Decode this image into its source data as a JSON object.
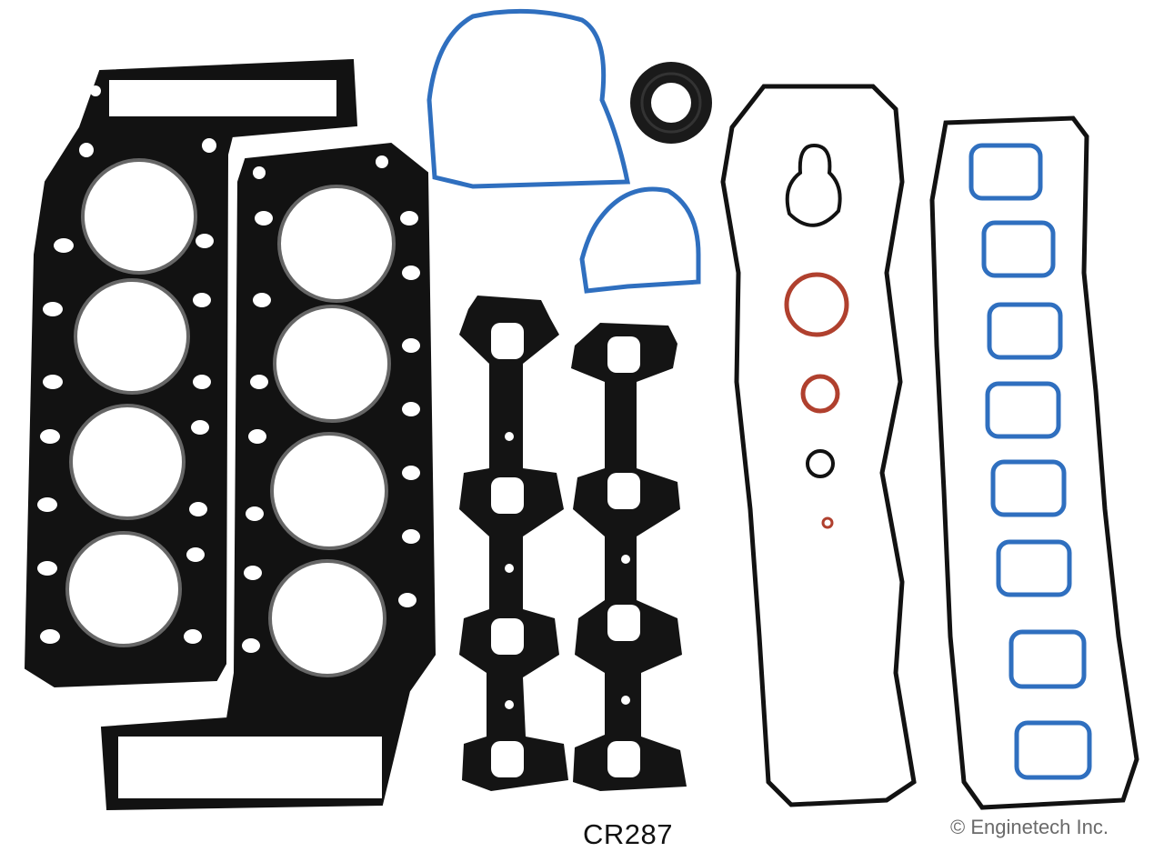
{
  "product": {
    "part_code": "CR287",
    "copyright": "© Enginetech Inc."
  },
  "colors": {
    "background": "#ffffff",
    "gasket_black": "#121212",
    "seal_blue": "#2f6fbf",
    "oring_red": "#b0402e"
  },
  "photo": {
    "subject_icon": "engine-gasket-set-photo"
  }
}
